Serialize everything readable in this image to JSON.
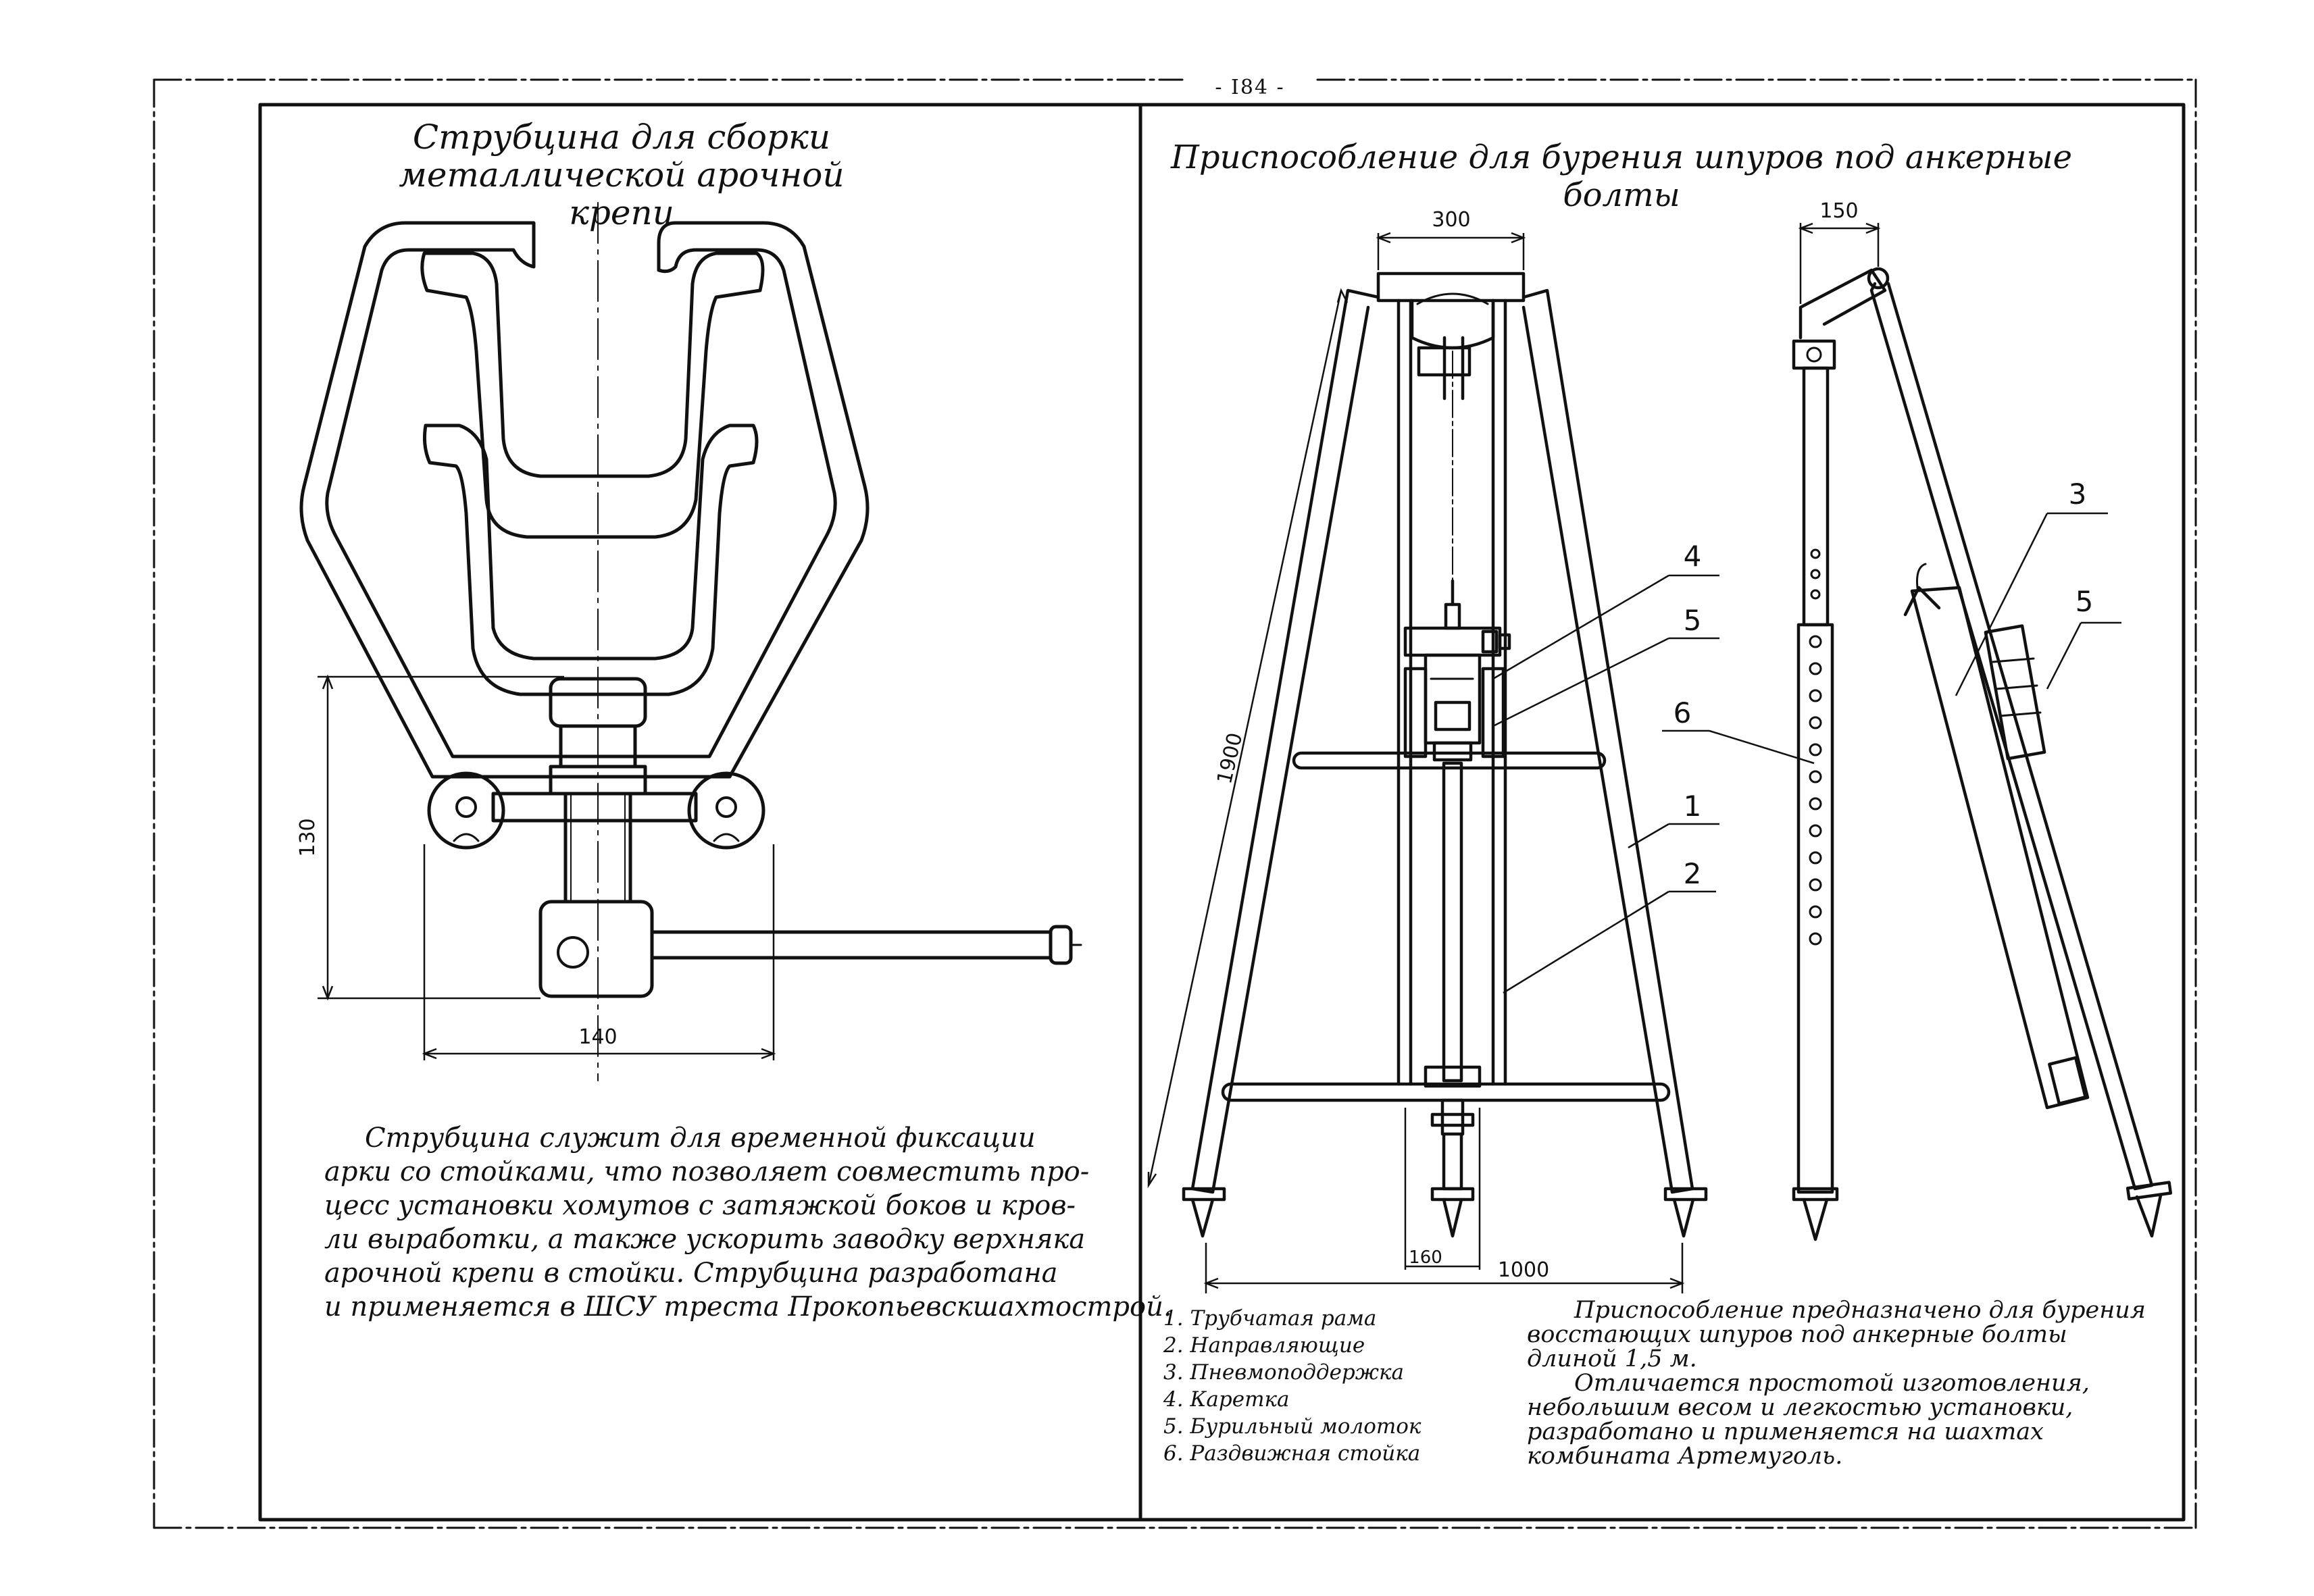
{
  "page_number": "- I84 -",
  "left_panel": {
    "title_lines": [
      "Струбцина для сборки",
      "металлической арочной крепи"
    ],
    "dimensions": {
      "height": "130",
      "width": "140"
    },
    "description_lines": [
      "Струбцина служит для временной фиксации",
      "арки со стойками, что позволяет совместить про-",
      "цесс установки хомутов с затяжкой боков и кров-",
      "ли выработки, а также ускорить заводку верхняка",
      "арочной крепи в стойки. Струбцина разработана",
      "и применяется в ШСУ треста Прокопьевскшахтострой."
    ]
  },
  "right_panel": {
    "title": "Приспособление для бурения шпуров под анкерные болты",
    "dimensions": {
      "top_width": "300",
      "side_width": "150",
      "height": "1900",
      "base_width": "1000",
      "tip_width": "160"
    },
    "callouts": [
      "1",
      "2",
      "3",
      "4",
      "5",
      "5",
      "6"
    ],
    "legend": [
      "1. Трубчатая рама",
      "2. Направляющие",
      "3. Пневмоподдержка",
      "4. Каретка",
      "5. Бурильный молоток",
      "6. Раздвижная стойка"
    ],
    "description_lines": [
      "Приспособление предназначено для бурения",
      "восстающих шпуров под анкерные болты",
      "длиной 1,5 м.",
      "Отличается простотой изготовления,",
      "небольшим весом и легкостью установки,",
      "разработано и применяется на шахтах",
      "комбината Артемуголь."
    ]
  }
}
